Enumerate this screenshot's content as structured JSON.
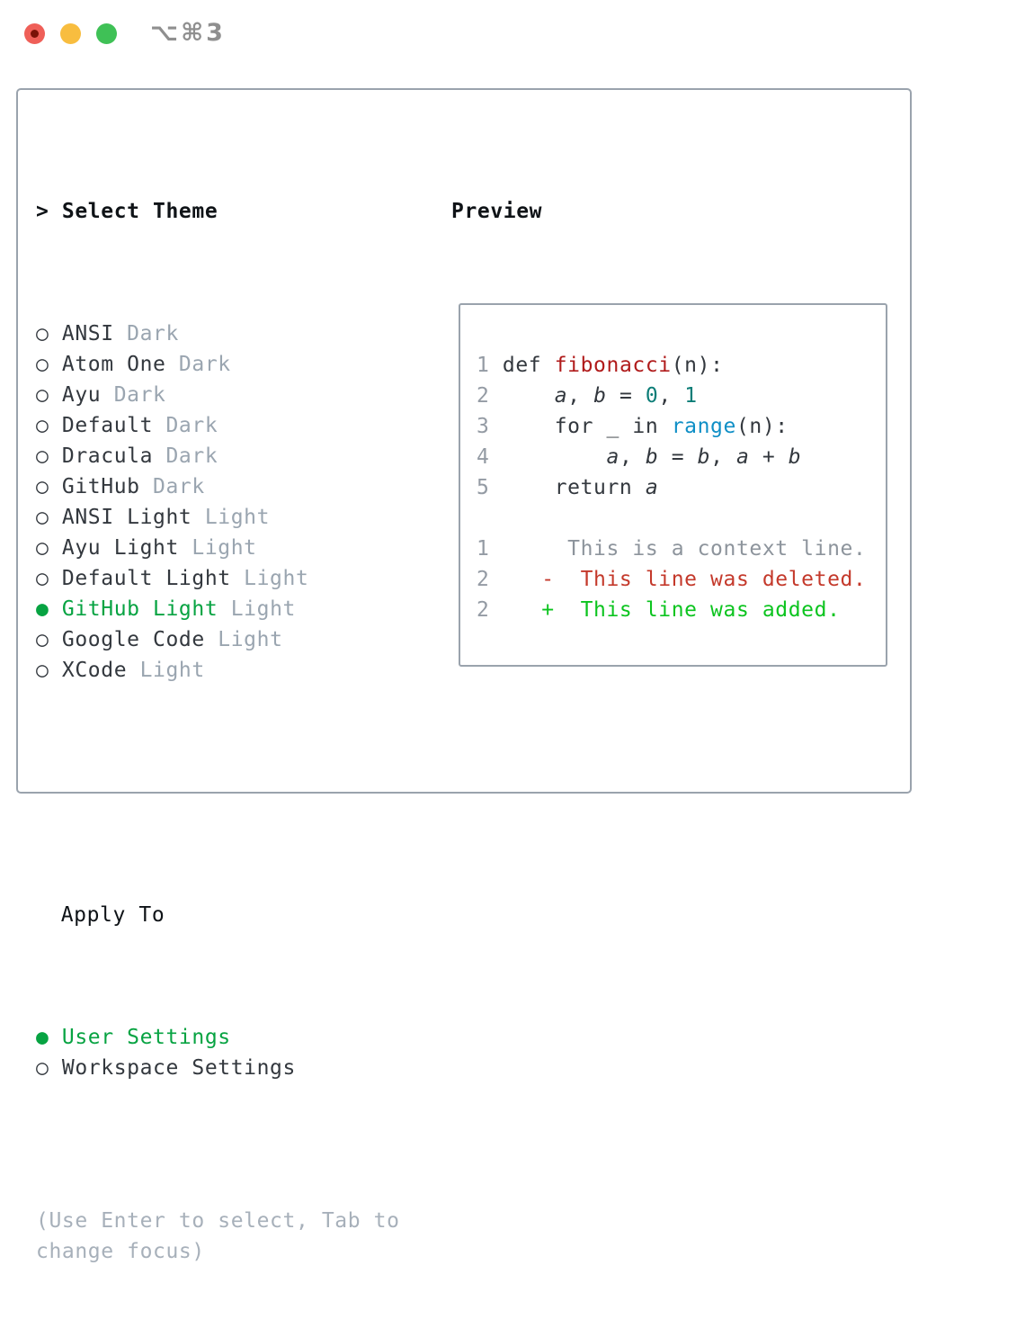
{
  "window": {
    "title": "⌥⌘3"
  },
  "colors": {
    "border_gray": "#9aa3ad",
    "text_dark": "#33383e",
    "text_black": "#0f1317",
    "muted_gray": "#9aa5b0",
    "hint_gray": "#a7b0ba",
    "linenum_gray": "#949ba4",
    "context_gray": "#8d949c",
    "green": "#07a342",
    "added_green": "#0cc41f",
    "deleted_red": "#c4392b",
    "func_red": "#b01b1b",
    "blue": "#0f8fc6",
    "teal": "#0c7d77",
    "title_gray": "#8f8f8f",
    "traffic_red": "#ef5f58",
    "traffic_red_dot": "#7a1208",
    "traffic_yellow": "#f8bd3f",
    "traffic_green": "#3fc156"
  },
  "icons": {
    "radio_selected": "●",
    "radio_unselected": "○",
    "prompt": ">"
  },
  "theme_selector": {
    "header": "Select Theme",
    "items": [
      {
        "name": "ANSI",
        "variant": "Dark",
        "selected": false
      },
      {
        "name": "Atom One",
        "variant": "Dark",
        "selected": false
      },
      {
        "name": "Ayu",
        "variant": "Dark",
        "selected": false
      },
      {
        "name": "Default",
        "variant": "Dark",
        "selected": false
      },
      {
        "name": "Dracula",
        "variant": "Dark",
        "selected": false
      },
      {
        "name": "GitHub",
        "variant": "Dark",
        "selected": false
      },
      {
        "name": "ANSI Light",
        "variant": "Light",
        "selected": false
      },
      {
        "name": "Ayu Light",
        "variant": "Light",
        "selected": false
      },
      {
        "name": "Default Light",
        "variant": "Light",
        "selected": false
      },
      {
        "name": "GitHub Light",
        "variant": "Light",
        "selected": true
      },
      {
        "name": "Google Code",
        "variant": "Light",
        "selected": false
      },
      {
        "name": "XCode",
        "variant": "Light",
        "selected": false
      }
    ]
  },
  "apply_to": {
    "header": "Apply To",
    "options": [
      {
        "label": "User Settings",
        "selected": true
      },
      {
        "label": "Workspace Settings",
        "selected": false
      }
    ]
  },
  "hint": "(Use Enter to select, Tab to change focus)",
  "preview": {
    "header": "Preview",
    "lines": [
      {
        "num": "1",
        "segments": [
          {
            "text": " def ",
            "style": "plain"
          },
          {
            "text": "fibonacci",
            "style": "red"
          },
          {
            "text": "(n):",
            "style": "plain"
          }
        ]
      },
      {
        "num": "2",
        "segments": [
          {
            "text": "     ",
            "style": "plain"
          },
          {
            "text": "a",
            "style": "var"
          },
          {
            "text": ", ",
            "style": "plain"
          },
          {
            "text": "b",
            "style": "var"
          },
          {
            "text": " = ",
            "style": "plain"
          },
          {
            "text": "0",
            "style": "teal"
          },
          {
            "text": ", ",
            "style": "plain"
          },
          {
            "text": "1",
            "style": "teal"
          }
        ]
      },
      {
        "num": "3",
        "segments": [
          {
            "text": "     for _ in ",
            "style": "plain"
          },
          {
            "text": "range",
            "style": "blue"
          },
          {
            "text": "(n):",
            "style": "plain"
          }
        ]
      },
      {
        "num": "4",
        "segments": [
          {
            "text": "         ",
            "style": "plain"
          },
          {
            "text": "a",
            "style": "var"
          },
          {
            "text": ", ",
            "style": "plain"
          },
          {
            "text": "b",
            "style": "var"
          },
          {
            "text": " = ",
            "style": "plain"
          },
          {
            "text": "b",
            "style": "var"
          },
          {
            "text": ", ",
            "style": "plain"
          },
          {
            "text": "a",
            "style": "var"
          },
          {
            "text": " + ",
            "style": "plain"
          },
          {
            "text": "b",
            "style": "var"
          }
        ]
      },
      {
        "num": "5",
        "segments": [
          {
            "text": "     return ",
            "style": "plain"
          },
          {
            "text": "a",
            "style": "var"
          }
        ]
      },
      {
        "num": "",
        "segments": []
      },
      {
        "num": "1",
        "segments": [
          {
            "text": "      This is a context line.",
            "style": "ctx"
          }
        ]
      },
      {
        "num": "2",
        "segments": [
          {
            "text": "    -  This line was deleted.",
            "style": "del"
          }
        ]
      },
      {
        "num": "2",
        "segments": [
          {
            "text": "    +  This line was added.",
            "style": "add"
          }
        ]
      }
    ]
  }
}
